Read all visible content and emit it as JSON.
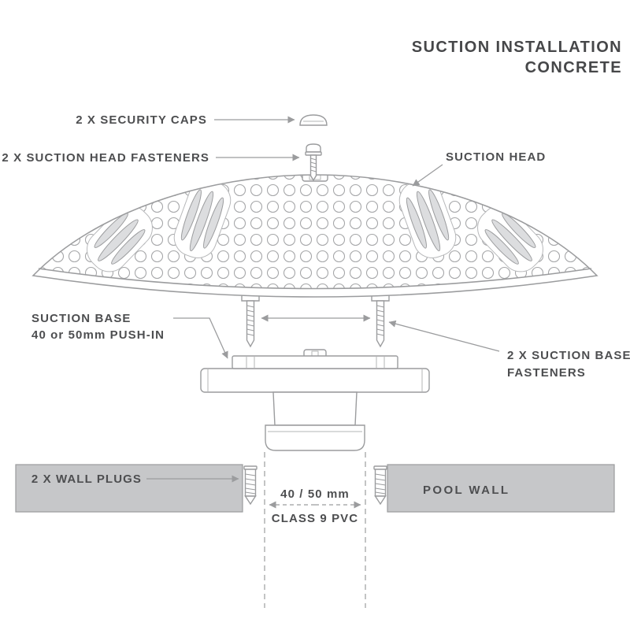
{
  "title": {
    "line1": "SUCTION INSTALLATION",
    "line2": "CONCRETE"
  },
  "labels": {
    "security_caps": "2 X  SECURITY CAPS",
    "head_fasteners": "2 X  SUCTION HEAD FASTENERS",
    "suction_head": "SUCTION HEAD",
    "suction_base_line1": "SUCTION BASE",
    "suction_base_line2": "40 or 50mm PUSH-IN",
    "base_fasteners_line1": "2 X  SUCTION BASE",
    "base_fasteners_line2": "FASTENERS",
    "wall_plugs": "2 X  WALL PLUGS",
    "pool_wall": "POOL WALL",
    "pipe_size": "40 / 50 mm",
    "pipe_class": "CLASS 9 PVC"
  },
  "colors": {
    "line": "#9b9c9e",
    "text": "#4d4e50",
    "title": "#464749",
    "wall_fill": "#c6c7c9",
    "slot_fill": "#dcdddf"
  }
}
